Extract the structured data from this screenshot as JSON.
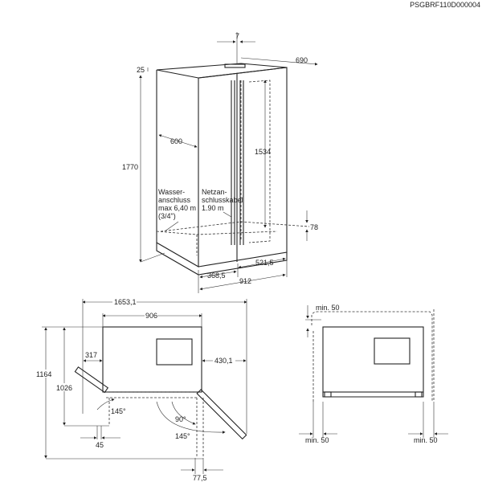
{
  "drawing_code": "PSGBRF110D000004",
  "perspective_view": {
    "dim_gap": "7",
    "dim_depth_total": "690",
    "dim_top": "25",
    "dim_height": "1770",
    "dim_depth": "600",
    "dim_door_height": "1534",
    "dim_plinth": "78",
    "dim_right_width": "521,5",
    "dim_left_width": "368,5",
    "dim_width": "912",
    "water_label": [
      "Wasser-",
      "anschluss",
      "max 6,40 m",
      "(3/4\")"
    ],
    "cable_label": [
      "Netzan-",
      "schlusskabel",
      "1.90 m"
    ]
  },
  "top_view": {
    "dim_total_width": "1653,1",
    "dim_cabinet_width": "906",
    "dim_left": "317",
    "dim_right": "430,1",
    "dim_depth_open": "1164",
    "dim_depth_left": "1026",
    "dim_hinge_left": "45",
    "dim_hinge_right": "77,5",
    "angle_left": "145°",
    "angle_right_90": "90°",
    "angle_right_145": "145°"
  },
  "clearance_view": {
    "min_top": "min. 50",
    "min_left": "min. 50",
    "min_right": "min. 50"
  }
}
